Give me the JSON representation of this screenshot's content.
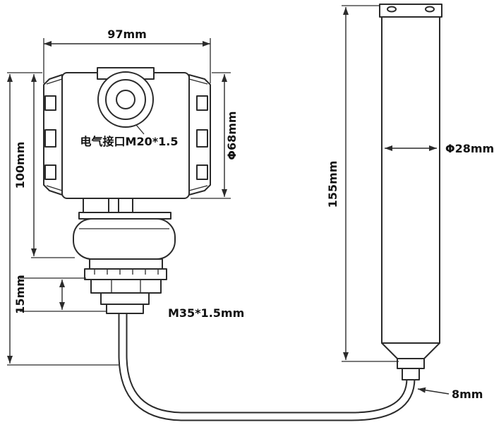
{
  "diagram": {
    "type": "dimensioned technical drawing of submersible level transmitter",
    "colors": {
      "line": "#2b2b2b",
      "text": "#111111",
      "background": "#ffffff"
    },
    "dimensions": {
      "housing_width": "97mm",
      "housing_height": "100mm",
      "housing_diameter": "Φ68mm",
      "electrical_interface": "电气接口M20*1.5",
      "flange_height": "15mm",
      "thread_spec": "M35*1.5mm",
      "probe_length": "155mm",
      "probe_diameter": "Φ28mm",
      "cable_diameter": "8mm"
    }
  }
}
